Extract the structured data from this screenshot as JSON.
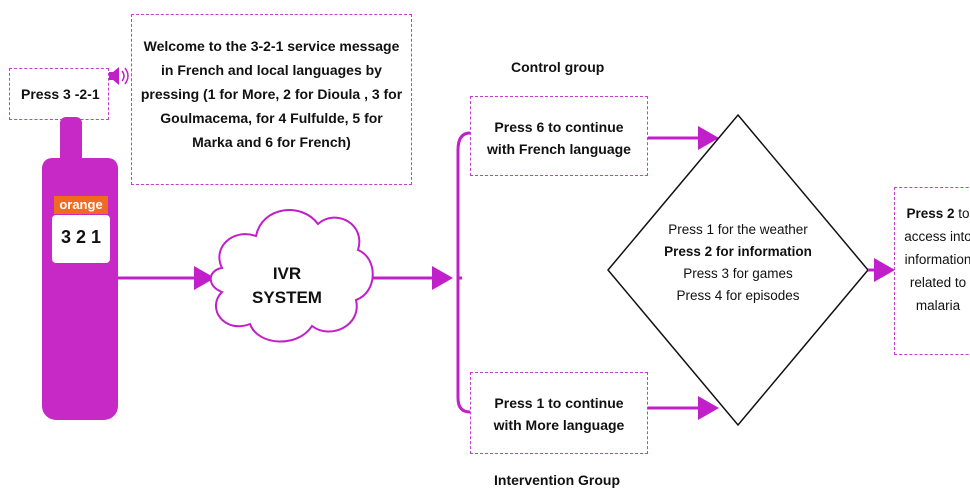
{
  "press_321": "Press 3 -2-1",
  "welcome_lines": [
    "Welcome to the 3-2-1 service message",
    "in French and local languages by",
    "pressing (1 for More, 2 for Dioula , 3 for",
    "Goulmacema, for 4 Fulfulde, 5 for",
    "Marka and 6 for French)"
  ],
  "phone": {
    "brand": "orange",
    "digits": "3 2 1"
  },
  "ivr": {
    "line1": "IVR",
    "line2": "SYSTEM"
  },
  "control_group_label": "Control group",
  "intervention_group_label": "Intervention Group",
  "press6_lines": [
    "Press 6 to continue",
    "with French language"
  ],
  "press1_lines": [
    "Press 1 to continue",
    "with More language"
  ],
  "menu_lines": [
    "Press 1 for the weather",
    "Press 2 for information",
    "Press 3 for games",
    "Press 4 for episodes"
  ],
  "result": {
    "bold_prefix": "Press 2",
    "first_rest": " to",
    "lines": [
      "access into",
      "information",
      "related to",
      "malaria"
    ]
  },
  "colors": {
    "accent": "#c11fc9",
    "phone": "#c629c6",
    "orange": "#f26a21"
  }
}
